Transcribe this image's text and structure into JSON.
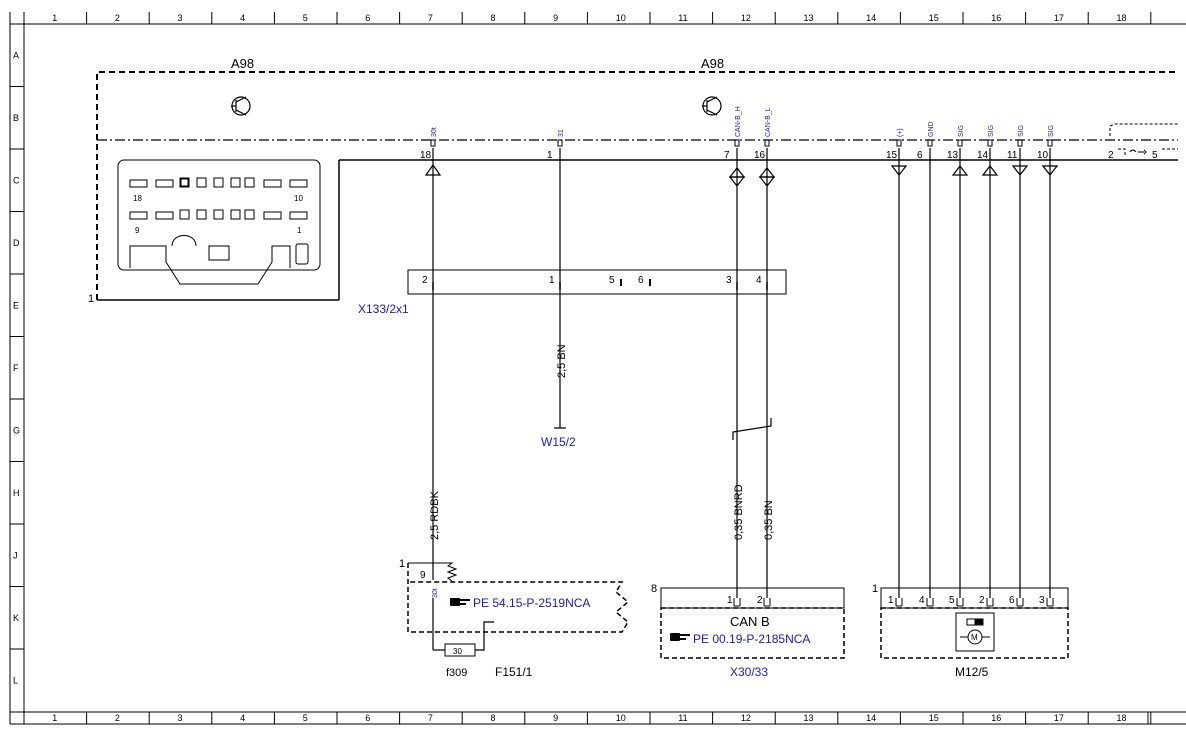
{
  "grid": {
    "columns": [
      "1",
      "2",
      "3",
      "4",
      "5",
      "6",
      "7",
      "8",
      "9",
      "10",
      "11",
      "12",
      "13",
      "14",
      "15",
      "16",
      "17",
      "18"
    ],
    "rows": [
      "A",
      "B",
      "C",
      "D",
      "E",
      "F",
      "G",
      "H",
      "J",
      "K",
      "L"
    ]
  },
  "labels": {
    "a98_left": "A98",
    "a98_center": "A98",
    "a98_frame_pin": "1",
    "connector_x133": "X133/2x1",
    "connector_w15": "W15/2",
    "fuse_box_f151": "F151/1",
    "fuse_f309": "f309",
    "fuse_rating": "30",
    "fuse_box_index": "1",
    "x30_index": "8",
    "x30_label": "X30/33",
    "can_b": "CAN B",
    "m12_index": "1",
    "m12_label": "M12/5",
    "ref_pe_54": "PE 54.15-P-2519NCA",
    "ref_pe_00": "PE 00.19-P-2185NCA"
  },
  "conn_numbers": {
    "top": "18",
    "right": "10",
    "bottom_left": "9",
    "bottom_right": "1"
  },
  "a98_pins": [
    {
      "num": "18",
      "sig": "30t"
    },
    {
      "num": "1",
      "sig": "31"
    },
    {
      "num": "7",
      "sig": "CAN-B_H"
    },
    {
      "num": "16",
      "sig": "CAN-B_L"
    },
    {
      "num": "15",
      "sig": "(+)"
    },
    {
      "num": "6",
      "sig": "GND"
    },
    {
      "num": "13",
      "sig": "SIG"
    },
    {
      "num": "14",
      "sig": "SIG"
    },
    {
      "num": "11",
      "sig": "SIG"
    },
    {
      "num": "10",
      "sig": "SIG"
    },
    {
      "num": "2",
      "sig": ""
    },
    {
      "num": "5",
      "sig": ""
    }
  ],
  "x133_pins": [
    "2",
    "1",
    "5",
    "6",
    "3",
    "4"
  ],
  "wires": {
    "w_30t": "2,5 RDBK",
    "w_31": "2,5 BN",
    "w_can_h": "0,35 BNRD",
    "w_can_l": "0,35 BN"
  },
  "f151_pins": {
    "pin": "9",
    "sig": "30t"
  },
  "x30_pins": [
    "1",
    "2"
  ],
  "m12_pins": [
    "1",
    "4",
    "5",
    "2",
    "6",
    "3"
  ]
}
